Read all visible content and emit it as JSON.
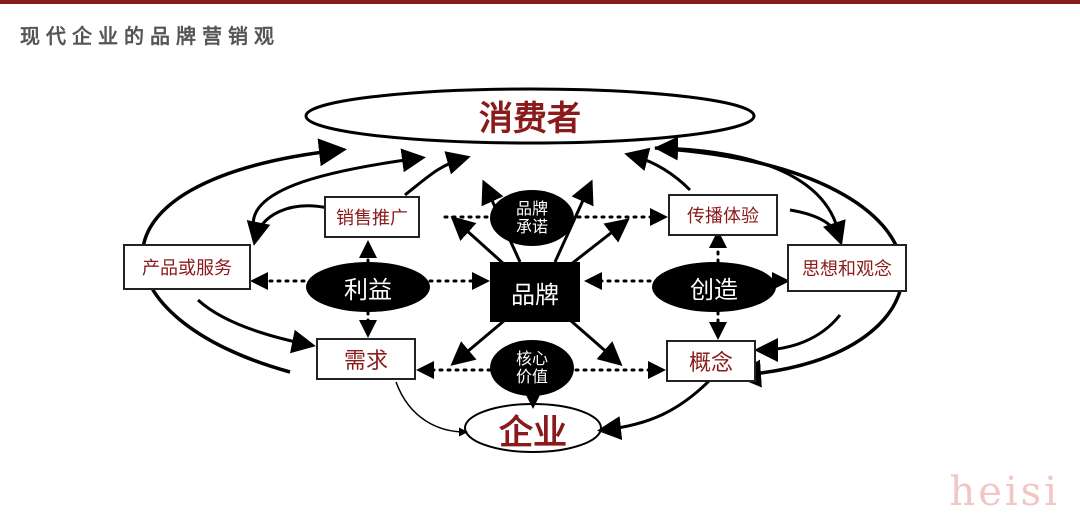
{
  "page": {
    "title": "现代企业的品牌营销观"
  },
  "diagram": {
    "consumer": "消费者",
    "enterprise": "企业",
    "brand": "品牌",
    "brand_promise": "品牌\n承诺",
    "core_value": "核心\n价值",
    "benefit": "利益",
    "creation": "创造",
    "sales_promotion": "销售推广",
    "communication_experience": "传播体验",
    "product_service": "产品或服务",
    "thought_concept": "思想和观念",
    "demand": "需求",
    "concept": "概念"
  },
  "watermark": "heisi",
  "colors": {
    "accent": "#8b1a1a",
    "black": "#000000"
  }
}
